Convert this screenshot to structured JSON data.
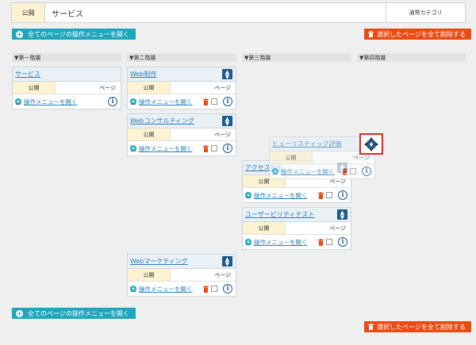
{
  "top": {
    "status": "公開",
    "title": "サービス",
    "type": "通常カテゴリ"
  },
  "buttons": {
    "open_all_menus": "全てのページの操作メニューを開く",
    "delete_selected": "選択したページを全て削除する"
  },
  "columns": [
    "▼第一階層",
    "▼第二階層",
    "▼第三階層",
    "▼第四階層"
  ],
  "card_common": {
    "status": "公開",
    "type": "ページ",
    "op_link": "操作メニューを開く"
  },
  "cards": {
    "service": "サービス",
    "web_production": "Web制作",
    "web_consulting": "Webコンサルティング",
    "access": "アクセス解析",
    "usability": "ユーザービリティテスト",
    "web_marketing": "Webマーケティング",
    "heuristic": "ヒューリスティック評価"
  },
  "colors": {
    "accent_teal": "#1fa6bd",
    "danger": "#ea4b12",
    "link": "#2a7fb8",
    "drag_highlight": "#e8222a"
  }
}
